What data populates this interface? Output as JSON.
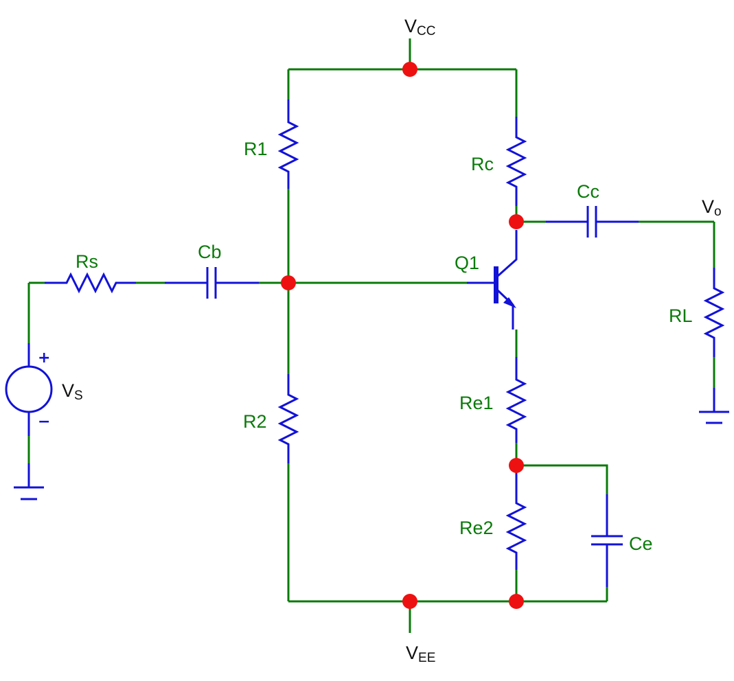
{
  "colors": {
    "wire": "#0a7a0a",
    "component": "#1212d8",
    "node": "#ee1111",
    "component_label": "#0a7a0a",
    "rail_label": "#111111"
  },
  "rails": {
    "vcc": {
      "main": "V",
      "sub": "CC"
    },
    "vee": {
      "main": "V",
      "sub": "EE"
    },
    "vo": {
      "main": "V",
      "sub": "o"
    },
    "vs": {
      "main": "V",
      "sub": "S"
    }
  },
  "components": {
    "r1": "R1",
    "r2": "R2",
    "rc": "Rc",
    "rs": "Rs",
    "re1": "Re1",
    "re2": "Re2",
    "rl": "RL",
    "cb": "Cb",
    "cc": "Cc",
    "ce": "Ce",
    "q1": "Q1"
  },
  "source_polarity": {
    "plus": "+",
    "minus": "−"
  }
}
